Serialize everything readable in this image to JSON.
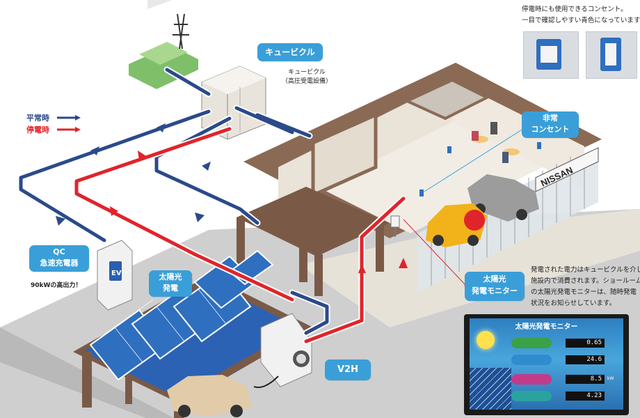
{
  "legend": {
    "normal_label": "平常時",
    "outage_label": "停電時",
    "normal_color": "#2b4a8b",
    "outage_color": "#e0242b"
  },
  "callouts": {
    "cubicle": "キュービクル",
    "emergency_outlet": "非常\nコンセント",
    "qc_charger": "QC\n急速充電器",
    "solar": "太陽光\n発電",
    "solar_monitor": "太陽光\n発電モニター",
    "v2h": "V2H"
  },
  "cubicle_caption": "キュービクル\n（高圧受電設備）",
  "qc_caption": "90kWの高出力！",
  "outlet_note": "停電時にも使用できるコンセント。\n一目で確認しやすい青色になっています。",
  "monitor_note": "発電された電力はキュービクルを介し\n施設内で消費されます。ショールーム\nの太陽光発電モニターは、随時発電\n状況をお知らせしています。",
  "sign_text": "NISSAN",
  "ev_label": "EV",
  "monitor": {
    "title": "太陽光発電モニター",
    "rows": [
      {
        "label": "",
        "value": "0.65",
        "unit": ""
      },
      {
        "label": "",
        "value": "24.6",
        "unit": ""
      },
      {
        "label": "",
        "value": "8.5",
        "unit": "kW"
      },
      {
        "label": "",
        "value": "4.23",
        "unit": ""
      }
    ],
    "row_colors": [
      "#3aa146",
      "#2f8ccf",
      "#c23b8a",
      "#2aa39e"
    ]
  },
  "colors": {
    "callout_blue": "#3a9fd8",
    "wall_brown": "#7a5a47",
    "floor_gray": "#c8c8c8",
    "panel_blue": "#2c62b3"
  }
}
